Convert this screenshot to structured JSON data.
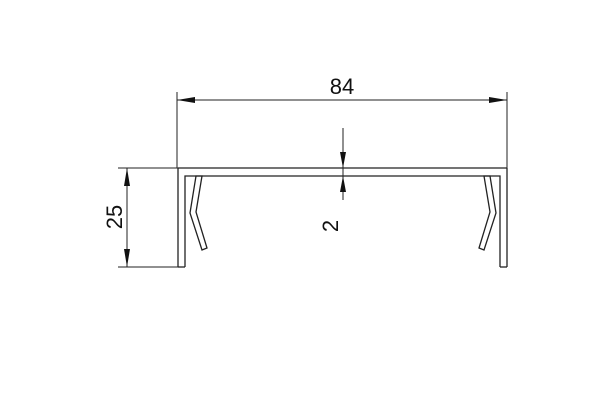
{
  "drawing": {
    "dimensions": {
      "width_label": "84",
      "height_label": "25",
      "thickness_label": "2"
    }
  }
}
